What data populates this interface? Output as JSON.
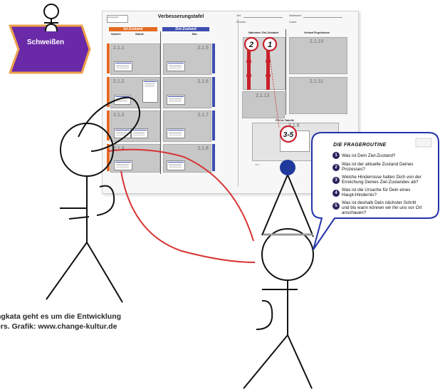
{
  "process_tag": {
    "label": "Schweißen"
  },
  "board": {
    "title": "Verbesserungstafel",
    "tag_box": "Arbeitsplatz",
    "ist_header": "Ist-Zustand",
    "ziel_header": "Ziel-Zustand",
    "ist_sub": "Istwert:",
    "stand_sub": "Stand:",
    "bis_sub": "Bis:",
    "fields": [
      "Ziel:",
      "Prozess:",
      "Verbessert:",
      "Coach:"
    ],
    "right_headers": [
      "Nächster Ziel-Zustand",
      "Verlauf Ergebnisse"
    ],
    "pdca_label": "PDCA-Tabelle",
    "cells": [
      "2.1.1",
      "2.1.2",
      "2.1.3",
      "2.1.4",
      "2.1.5",
      "2.1.6",
      "2.1.7",
      "2.1.8",
      "2.1.10",
      "2.1.11",
      "2.1.13",
      "2.1.9"
    ],
    "markers": [
      "2",
      "1",
      "3-5"
    ]
  },
  "card": {
    "title": "DIE FRAGEROUTINE",
    "questions": [
      "Was ist Dein Ziel-Zustand?",
      "Was ist der aktuelle Zustand Deines Prozesses?",
      "Welche Hindernisse halten Dich von der Erreichung Deines Ziel-Zustandes ab?",
      "Was ist die Ursache für Dein eines Haupt-Hindernis?",
      "Was ist deshalb Dein nächster Schritt und bis wann können wir ihn uns vor Ort anschauen?"
    ],
    "numbers": [
      "1",
      "2",
      "3",
      "4",
      "5"
    ]
  },
  "caption": {
    "line1": "ngkata geht es um die Entwicklung",
    "line2": "ers. Grafik: www.change-kultur.de"
  },
  "colors": {
    "ist": "#e56a22",
    "ziel": "#3d4db0",
    "tag": "#6a2aa8",
    "connector": "#d83434",
    "card_border": "#2233a8",
    "head_dot": "#1f3a9c",
    "marker": "#c8202a"
  },
  "icons": [
    "person-icon",
    "speech-bubble-icon",
    "process-arrow-icon"
  ]
}
